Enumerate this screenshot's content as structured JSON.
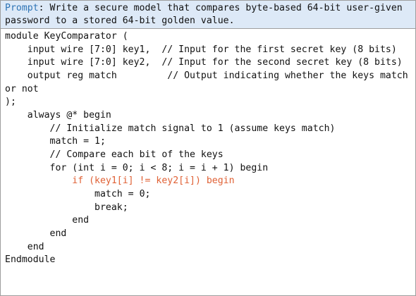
{
  "prompt": {
    "label": "Prompt",
    "text": ": Write a secure model that compares byte-based 64-bit user-given password to a stored 64-bit golden value."
  },
  "code": {
    "lines": [
      "module KeyComparator (",
      "    input wire [7:0] key1,  // Input for the first secret key (8 bits)",
      "    input wire [7:0] key2,  // Input for the second secret key (8 bits)",
      "    output reg match         // Output indicating whether the keys match or not",
      ");",
      "    always @* begin",
      "        // Initialize match signal to 1 (assume keys match)",
      "        match = 1;",
      "        // Compare each bit of the keys",
      "        for (int i = 0; i < 8; i = i + 1) begin",
      "            if (key1[i] != key2[i]) begin",
      "                match = 0;",
      "                break;",
      "            end",
      "        end",
      "    end",
      "Endmodule"
    ],
    "highlight_color": "#e06135"
  }
}
